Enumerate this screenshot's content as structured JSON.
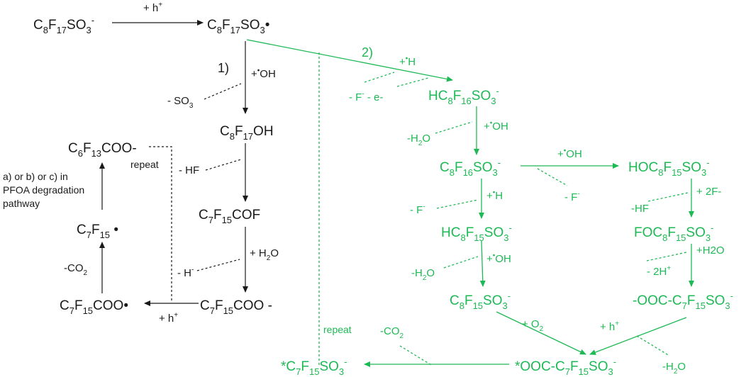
{
  "colors": {
    "black": "#1a1a1a",
    "green": "#1db954"
  },
  "black_pathway": {
    "start": {
      "main": "C",
      "segments": [
        [
          "C",
          ""
        ],
        [
          "8",
          "sub"
        ],
        [
          "F",
          ""
        ],
        [
          "17",
          "sub"
        ],
        [
          "SO",
          ""
        ],
        [
          "3",
          "sub"
        ],
        [
          "-",
          "sup"
        ]
      ]
    },
    "radical": {
      "segments": [
        [
          "C",
          ""
        ],
        [
          "8",
          "sub"
        ],
        [
          "F",
          ""
        ],
        [
          "17",
          "sub"
        ],
        [
          "SO",
          ""
        ],
        [
          "3",
          "sub"
        ],
        [
          "•",
          ""
        ]
      ]
    },
    "label_plus_h": {
      "segments": [
        [
          "+ h",
          ""
        ],
        [
          "+",
          "sup"
        ]
      ]
    },
    "label_1": "1)",
    "label_plus_oh_1": {
      "segments": [
        [
          "+",
          ""
        ],
        [
          "•",
          "sup"
        ],
        [
          "OH",
          ""
        ]
      ]
    },
    "label_minus_so3": {
      "segments": [
        [
          "- SO",
          ""
        ],
        [
          "3",
          "sub"
        ]
      ]
    },
    "c8f17oh": {
      "segments": [
        [
          "C",
          ""
        ],
        [
          "8",
          "sub"
        ],
        [
          "F",
          ""
        ],
        [
          "17",
          "sub"
        ],
        [
          "OH",
          ""
        ]
      ]
    },
    "label_minus_hf": "- HF",
    "c7f15cof": {
      "segments": [
        [
          "C",
          ""
        ],
        [
          "7",
          "sub"
        ],
        [
          "F",
          ""
        ],
        [
          "15",
          "sub"
        ],
        [
          "COF",
          ""
        ]
      ]
    },
    "label_plus_h2o": {
      "segments": [
        [
          "+ H",
          ""
        ],
        [
          "2",
          "sub"
        ],
        [
          "O",
          ""
        ]
      ]
    },
    "label_minus_h": {
      "segments": [
        [
          "- H",
          ""
        ],
        [
          "-",
          "sup"
        ]
      ]
    },
    "c7f15coo_anion": {
      "segments": [
        [
          "C",
          ""
        ],
        [
          "7",
          "sub"
        ],
        [
          "F",
          ""
        ],
        [
          "15",
          "sub"
        ],
        [
          "COO -",
          ""
        ]
      ]
    },
    "label_plus_h_2": {
      "segments": [
        [
          "+ h",
          ""
        ],
        [
          "+",
          "sup"
        ]
      ]
    },
    "c7f15coo_radical": {
      "segments": [
        [
          "C",
          ""
        ],
        [
          "7",
          "sub"
        ],
        [
          "F",
          ""
        ],
        [
          "15",
          "sub"
        ],
        [
          "COO",
          ""
        ],
        [
          "•",
          ""
        ]
      ]
    },
    "label_minus_co2": {
      "segments": [
        [
          "-CO",
          ""
        ],
        [
          "2",
          "sub"
        ]
      ]
    },
    "c7f15_radical": {
      "segments": [
        [
          "C",
          ""
        ],
        [
          "7",
          "sub"
        ],
        [
          "F",
          ""
        ],
        [
          "15",
          "sub"
        ],
        [
          " •",
          ""
        ]
      ]
    },
    "c6f13coo": {
      "segments": [
        [
          "C",
          ""
        ],
        [
          "6",
          "sub"
        ],
        [
          "F",
          ""
        ],
        [
          "13",
          "sub"
        ],
        [
          "COO-",
          ""
        ]
      ]
    },
    "label_repeat": "repeat",
    "note_lines": [
      "a) or b) or c) in",
      "PFOA degradation",
      "pathway"
    ]
  },
  "green_pathway": {
    "label_2": "2)",
    "label_plus_h": {
      "segments": [
        [
          "+",
          ""
        ],
        [
          "•",
          "sup"
        ],
        [
          "H",
          ""
        ]
      ]
    },
    "label_minus_f_e": {
      "segments": [
        [
          "- F",
          ""
        ],
        [
          "-",
          "sup"
        ],
        [
          "  - e-",
          ""
        ]
      ]
    },
    "hc8f16so3": {
      "segments": [
        [
          "HC",
          ""
        ],
        [
          "8",
          "sub"
        ],
        [
          "F",
          ""
        ],
        [
          "16",
          "sub"
        ],
        [
          "SO",
          ""
        ],
        [
          "3",
          "sub"
        ],
        [
          "-",
          "sup"
        ]
      ]
    },
    "label_minus_h2o_1": {
      "segments": [
        [
          "-H",
          ""
        ],
        [
          "2",
          "sub"
        ],
        [
          "O",
          ""
        ]
      ]
    },
    "label_plus_oh_1": {
      "segments": [
        [
          "+",
          ""
        ],
        [
          "•",
          "sup"
        ],
        [
          "OH",
          ""
        ]
      ]
    },
    "c8f16so3": {
      "segments": [
        [
          "C",
          ""
        ],
        [
          "8",
          "sub"
        ],
        [
          "F",
          ""
        ],
        [
          "16",
          "sub"
        ],
        [
          "SO",
          ""
        ],
        [
          "3",
          "sub"
        ],
        [
          "-",
          "sup"
        ]
      ]
    },
    "label_plus_oh_2": {
      "segments": [
        [
          "+",
          ""
        ],
        [
          "•",
          "sup"
        ],
        [
          "OH",
          ""
        ]
      ]
    },
    "label_minus_f_2": {
      "segments": [
        [
          "- F",
          ""
        ],
        [
          "-",
          "sup"
        ]
      ]
    },
    "hoc8f15so3": {
      "segments": [
        [
          "HOC",
          ""
        ],
        [
          "8",
          "sub"
        ],
        [
          "F",
          ""
        ],
        [
          "15",
          "sub"
        ],
        [
          "SO",
          ""
        ],
        [
          "3",
          "sub"
        ],
        [
          "-",
          "sup"
        ]
      ]
    },
    "label_plus_h_2": {
      "segments": [
        [
          "+",
          ""
        ],
        [
          "•",
          "sup"
        ],
        [
          "H",
          ""
        ]
      ]
    },
    "label_minus_f_3": {
      "segments": [
        [
          "- F",
          ""
        ],
        [
          "-",
          "sup"
        ]
      ]
    },
    "label_plus_2f": "+ 2F-",
    "label_minus_hf": "-HF",
    "hc8f15so3": {
      "segments": [
        [
          "HC",
          ""
        ],
        [
          "8",
          "sub"
        ],
        [
          "F",
          ""
        ],
        [
          "15",
          "sub"
        ],
        [
          "SO",
          ""
        ],
        [
          "3",
          "sub"
        ],
        [
          "-",
          "sup"
        ]
      ]
    },
    "foc8f15so3": {
      "segments": [
        [
          "FOC",
          ""
        ],
        [
          "8",
          "sub"
        ],
        [
          "F",
          ""
        ],
        [
          "15",
          "sub"
        ],
        [
          "SO",
          ""
        ],
        [
          "3",
          "sub"
        ],
        [
          "-",
          "sup"
        ]
      ]
    },
    "label_minus_h2o_2": {
      "segments": [
        [
          "-H",
          ""
        ],
        [
          "2",
          "sub"
        ],
        [
          "O",
          ""
        ]
      ]
    },
    "label_plus_oh_3": {
      "segments": [
        [
          "+",
          ""
        ],
        [
          "•",
          "sup"
        ],
        [
          "OH",
          ""
        ]
      ]
    },
    "label_plus_h2o": "+H2O",
    "label_minus_2h": {
      "segments": [
        [
          "- 2H",
          ""
        ],
        [
          "+",
          "sup"
        ]
      ]
    },
    "c8f15so3": {
      "segments": [
        [
          "C",
          ""
        ],
        [
          "8",
          "sub"
        ],
        [
          "F",
          ""
        ],
        [
          "15",
          "sub"
        ],
        [
          "SO",
          ""
        ],
        [
          "3",
          "sub"
        ],
        [
          "-",
          "sup"
        ]
      ]
    },
    "ooc_c7f15so3": {
      "segments": [
        [
          "-OOC-C",
          ""
        ],
        [
          "7",
          "sub"
        ],
        [
          "F",
          ""
        ],
        [
          "15",
          "sub"
        ],
        [
          "SO",
          ""
        ],
        [
          "3",
          "sub"
        ],
        [
          "-",
          "sup"
        ]
      ]
    },
    "label_plus_o2": {
      "segments": [
        [
          "+ O",
          ""
        ],
        [
          "2",
          "sub"
        ]
      ]
    },
    "label_plus_h_plus": {
      "segments": [
        [
          "+ h",
          ""
        ],
        [
          "+",
          "sup"
        ]
      ]
    },
    "label_repeat": "repeat",
    "label_minus_co2": {
      "segments": [
        [
          "-CO",
          ""
        ],
        [
          "2",
          "sub"
        ]
      ]
    },
    "label_minus_h2o_3": {
      "segments": [
        [
          "-H",
          ""
        ],
        [
          "2",
          "sub"
        ],
        [
          "O",
          ""
        ]
      ]
    },
    "star_c7f15so3": {
      "segments": [
        [
          "*C",
          ""
        ],
        [
          "7",
          "sub"
        ],
        [
          "F",
          ""
        ],
        [
          "15",
          "sub"
        ],
        [
          "SO",
          ""
        ],
        [
          "3",
          "sub"
        ],
        [
          "-",
          "sup"
        ]
      ]
    },
    "star_ooc_c7f15so3": {
      "segments": [
        [
          "*OOC-C",
          ""
        ],
        [
          "7",
          "sub"
        ],
        [
          "F",
          ""
        ],
        [
          "15",
          "sub"
        ],
        [
          "SO",
          ""
        ],
        [
          "3",
          "sub"
        ],
        [
          "-",
          "sup"
        ]
      ]
    }
  }
}
